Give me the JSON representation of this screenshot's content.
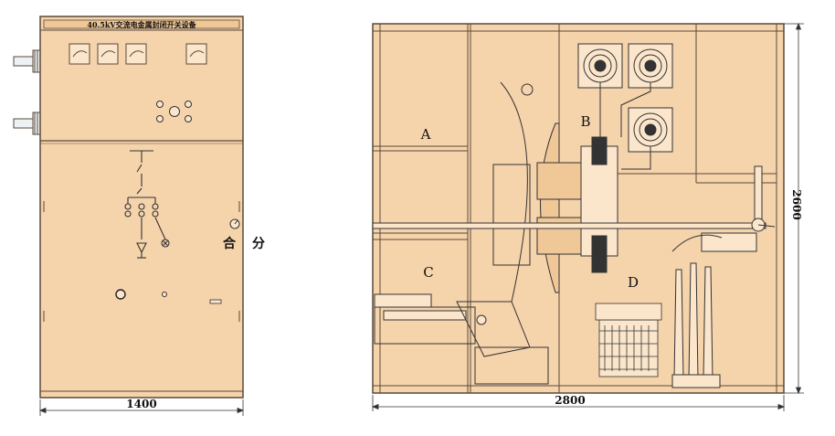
{
  "front_view": {
    "nameplate": "40.5kV交流电金属封闭开关设备",
    "width_label": "1400",
    "close_label": "合",
    "open_label": "分"
  },
  "side_view": {
    "compartment_a": "A",
    "compartment_b": "B",
    "compartment_c": "C",
    "compartment_d": "D",
    "depth_label": "2800",
    "height_label": "2600"
  },
  "colors": {
    "panel_fill": "#f5d3ab",
    "line": "#5a4a3a",
    "background": "#ffffff"
  }
}
